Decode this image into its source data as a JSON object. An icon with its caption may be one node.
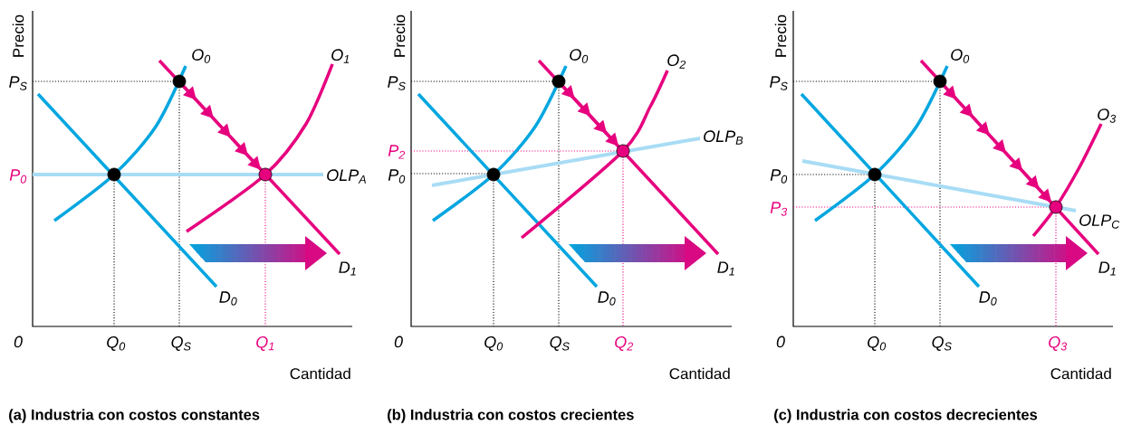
{
  "diagram": {
    "labels": [
      "Precio",
      "O$_{0}$",
      "O$_{1}$",
      "P$_{S}$",
      "P$_{0}$",
      "OLP$_{A}$",
      "D$_{1}$",
      "D$_{0}$",
      "0",
      "Q$_{0}$",
      "Q$_{S}$",
      "Q$_{1}$",
      "Cantidad",
      "(a) Industria con costos constantes",
      "Precio",
      "O$_{0}$",
      "O$_{2}$",
      "P$_{S}$",
      "P$_{2}$",
      "P$_{0}$",
      "OLP$_{B}$",
      "D$_{1}$",
      "D$_{0}$",
      "0",
      "Q$_{0}$",
      "Q$_{S}$",
      "Q$_{2}$",
      "Cantidad",
      "(b) Industria con costos crecientes",
      "Precio",
      "O$_{0}$",
      "O$_{3}$",
      "P$_{S}$",
      "P$_{0}$",
      "P$_{3}$",
      "OLP$_{C}$",
      "D$_{1}$",
      "D$_{0}$",
      "0",
      "Q$_{0}$",
      "Q$_{S}$",
      "Q$_{3}$",
      "Cantidad",
      "(c) Industria con costos decrecientes"
    ]
  }
}
